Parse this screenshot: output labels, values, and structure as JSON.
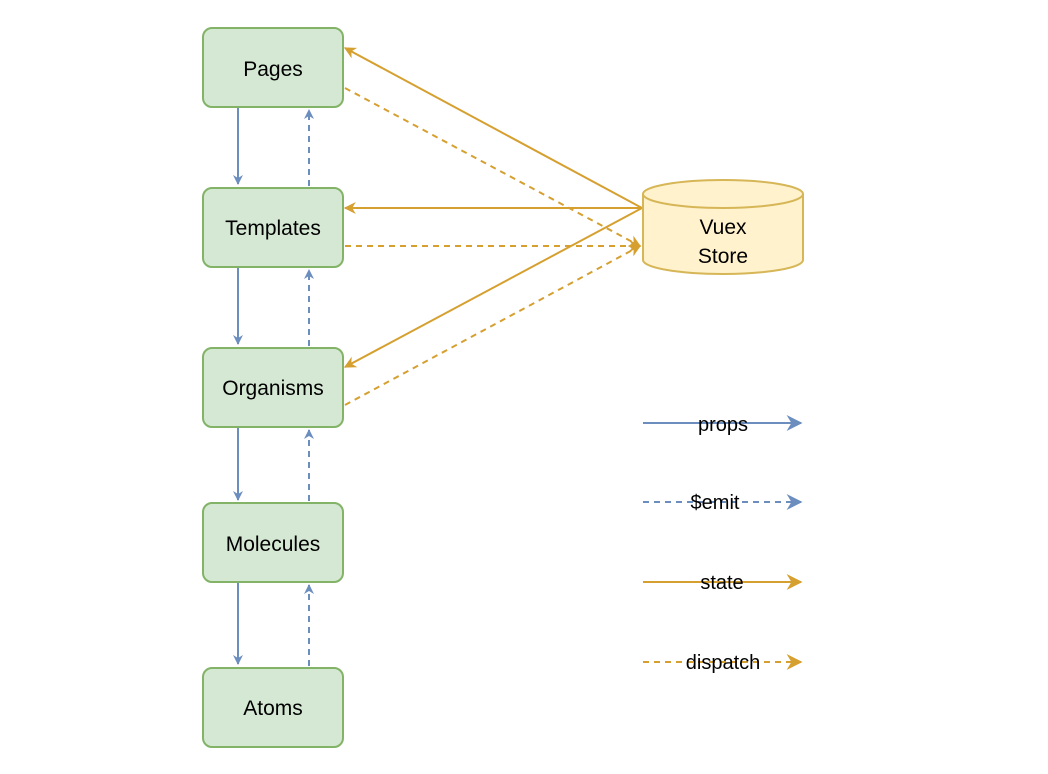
{
  "colors": {
    "node_fill": "#d5e8d4",
    "node_stroke": "#82b366",
    "store_fill": "#fff2cc",
    "store_stroke": "#d6b656",
    "props": "#6c8ebf",
    "emit": "#6c8ebf",
    "state": "#d6a030",
    "dispatch": "#d6a030"
  },
  "nodes": {
    "pages": "Pages",
    "templates": "Templates",
    "organisms": "Organisms",
    "molecules": "Molecules",
    "atoms": "Atoms"
  },
  "store": {
    "line1": "Vuex",
    "line2": "Store"
  },
  "legend": {
    "props": "props",
    "emit": "$emit",
    "state": "state",
    "dispatch": "dispatch"
  }
}
